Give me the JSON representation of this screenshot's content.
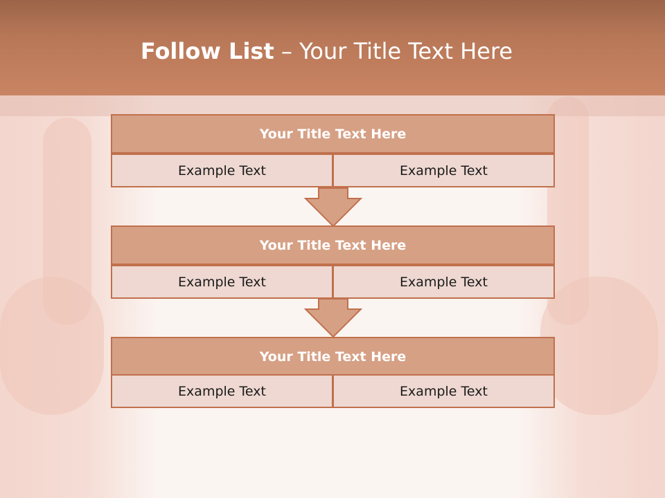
{
  "title": {
    "bold": "Follow List",
    "rest": " – Your Title Text Here"
  },
  "steps": [
    {
      "title": "Your Title Text Here",
      "left": "Example Text",
      "right": "Example Text"
    },
    {
      "title": "Your Title Text Here",
      "left": "Example Text",
      "right": "Example Text"
    },
    {
      "title": "Your Title Text Here",
      "left": "Example Text",
      "right": "Example Text"
    }
  ],
  "colors": {
    "header": "#c98463",
    "box_title_fill": "#d6a085",
    "box_border": "#c0704c",
    "cell_fill": "#eed8d1"
  }
}
